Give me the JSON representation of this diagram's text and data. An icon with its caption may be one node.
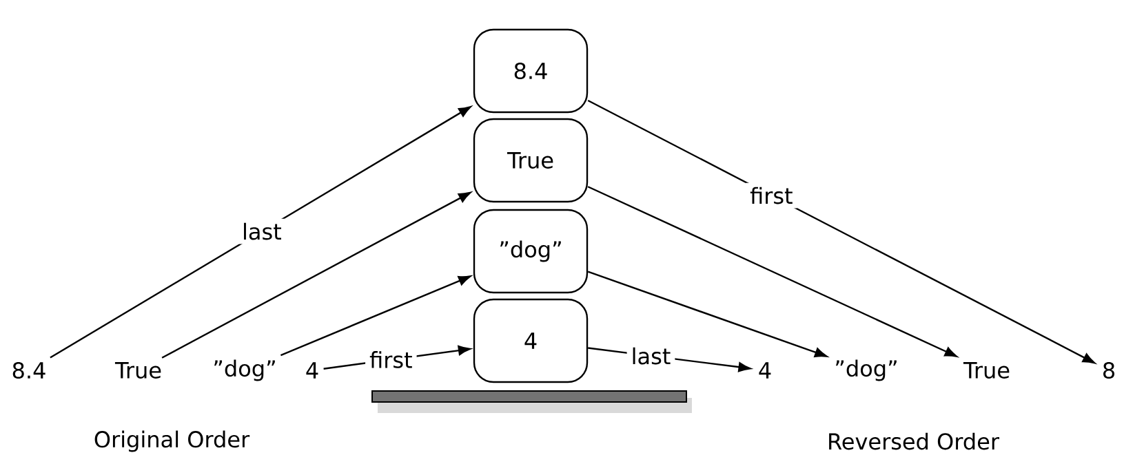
{
  "diagram": {
    "nodes": [
      {
        "text": [
          "8.4"
        ]
      },
      {
        "text": [
          "True"
        ]
      },
      {
        "text": [
          "”dog”"
        ]
      },
      {
        "text": [
          "4"
        ]
      },
      {
        "text": [
          "8.4"
        ]
      },
      {
        "text": [
          "True"
        ]
      },
      {
        "text": [
          "”dog”"
        ]
      },
      {
        "text": [
          "4"
        ]
      },
      {
        "text": [
          "4"
        ]
      },
      {
        "text": [
          "”dog”"
        ]
      },
      {
        "text": [
          "True"
        ]
      },
      {
        "text": [
          "8"
        ]
      }
    ],
    "edges": [
      {
        "from": 4,
        "to": 0,
        "arrow": "to",
        "label": "last"
      },
      {
        "from": 5,
        "to": 1,
        "arrow": "to"
      },
      {
        "from": 6,
        "to": 2,
        "arrow": "to"
      },
      {
        "from": 7,
        "to": 3,
        "arrow": "to",
        "label": "first"
      },
      {
        "from": 3,
        "to": 8,
        "arrow": "to",
        "label": "last"
      },
      {
        "from": 2,
        "to": 9,
        "arrow": "to"
      },
      {
        "from": 1,
        "to": 10,
        "arrow": "to"
      },
      {
        "from": 0,
        "to": 11,
        "arrow": "to",
        "label": "first"
      }
    ],
    "labels": [
      "Original Order",
      "Reversed Order"
    ]
  }
}
